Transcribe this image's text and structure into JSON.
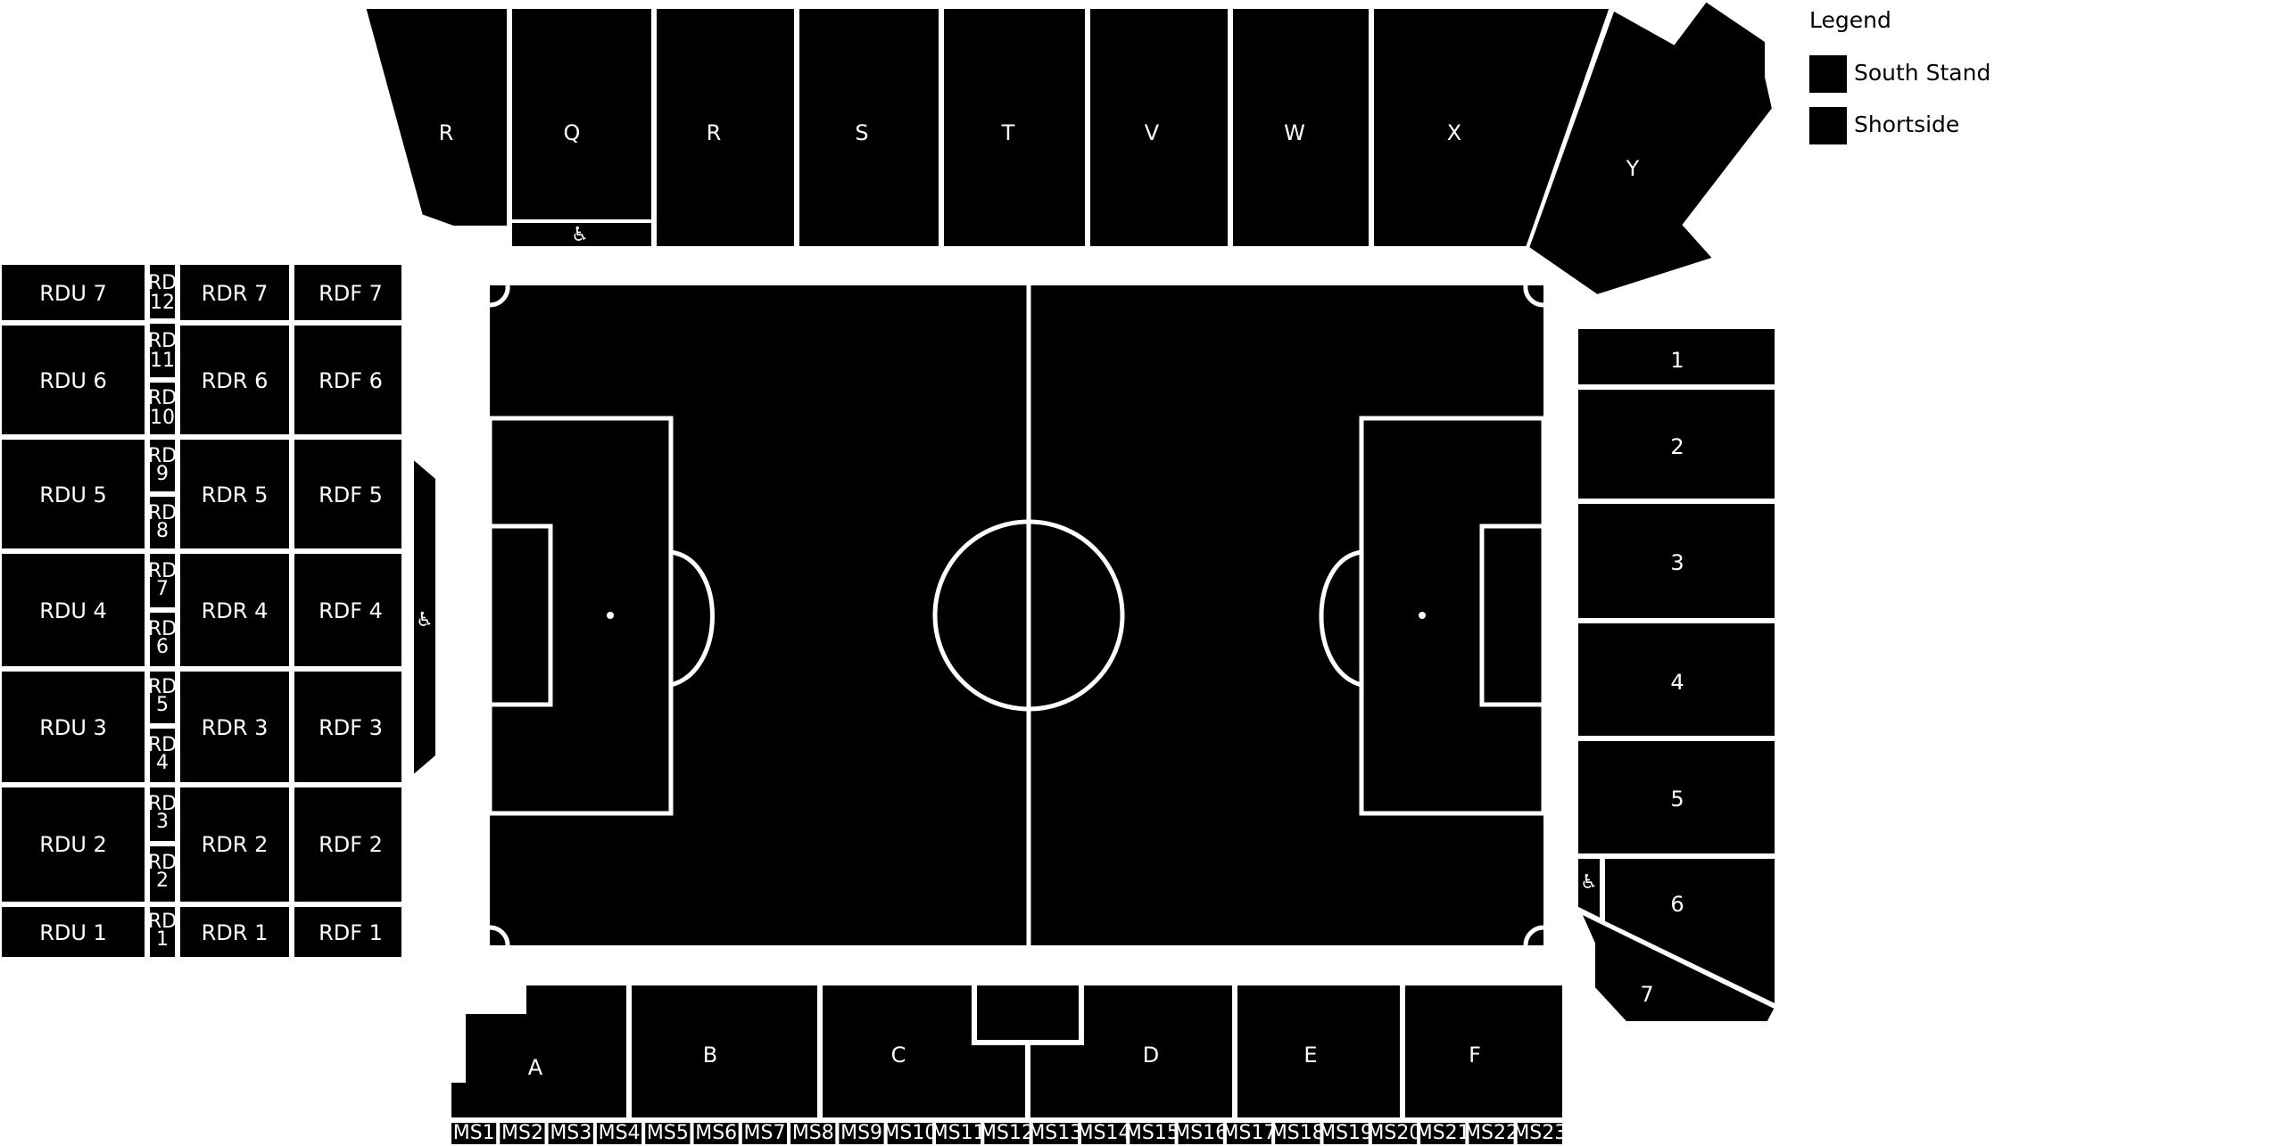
{
  "legend": {
    "title": "Legend",
    "items": [
      {
        "label": "South Stand",
        "color": "#000000"
      },
      {
        "label": "Shortside",
        "color": "#000000"
      }
    ]
  },
  "colors": {
    "section": "#000000",
    "line": "#ffffff",
    "background": "#ffffff"
  },
  "accessible_icon": "♿",
  "north_stand": {
    "R1": "R",
    "Q": "Q",
    "R2": "R",
    "S": "S",
    "T": "T",
    "V": "V",
    "W": "W",
    "X": "X",
    "Y": "Y"
  },
  "west_stand": {
    "rdu": [
      "RDU 7",
      "RDU 6",
      "RDU 5",
      "RDU 4",
      "RDU 3",
      "RDU 2",
      "RDU 1"
    ],
    "rdr": [
      "RDR 7",
      "RDR 6",
      "RDR 5",
      "RDR 4",
      "RDR 3",
      "RDR 2",
      "RDR 1"
    ],
    "rdf": [
      "RDF 7",
      "RDF 6",
      "RDF 5",
      "RDF 4",
      "RDF 3",
      "RDF 2",
      "RDF 1"
    ],
    "rd_prefix": "RD",
    "rd_numbers": [
      "12",
      "11",
      "10",
      "9",
      "8",
      "7",
      "6",
      "5",
      "4",
      "3",
      "2",
      "1"
    ]
  },
  "east_stand": {
    "s1": "1",
    "s2": "2",
    "s3": "3",
    "s4": "4",
    "s5": "5",
    "s6": "6",
    "s7": "7"
  },
  "south_stand": {
    "A": "A",
    "B": "B",
    "C": "C",
    "D": "D",
    "E": "E",
    "F": "F",
    "ms": [
      "MS1",
      "MS2",
      "MS3",
      "MS4",
      "MS5",
      "MS6",
      "MS7",
      "MS8",
      "MS9",
      "MS10",
      "MS11",
      "MS12",
      "MS13",
      "MS14",
      "MS15",
      "MS16",
      "MS17",
      "MS18",
      "MS19",
      "MS20",
      "MS21",
      "MS22",
      "MS23"
    ]
  }
}
